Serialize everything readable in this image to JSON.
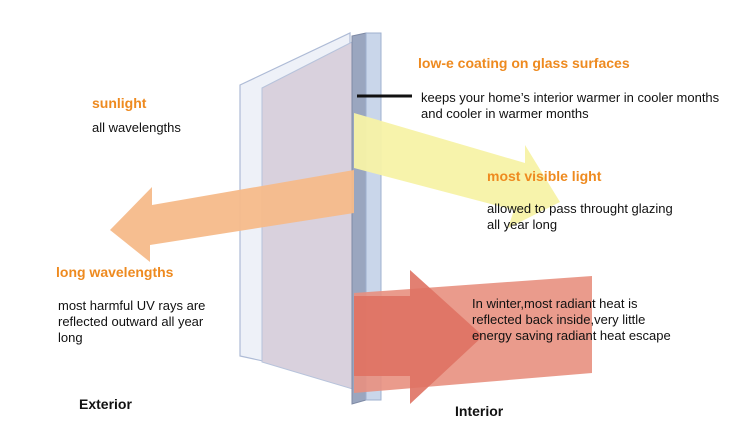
{
  "colors": {
    "orange_heading": "#ee8a1f",
    "sunlight_arrow": "#f5bb8a",
    "visible_light_arrow": "#f7f2a6",
    "radiant_heat_arrow": "#e07a6a",
    "glass_edge": "#b7c3db",
    "glass_face": "#d8d0dc"
  },
  "labels": {
    "sunlight_title": "sunlight",
    "sunlight_desc": "all wavelengths",
    "low_e_title": "low-e coating on glass surfaces",
    "low_e_desc": "keeps your home’s interior warmer in cooler months and cooler in warmer months",
    "visible_title": "most visible light",
    "visible_desc": "allowed to pass throught glazing all year long",
    "long_title": "long wavelengths",
    "long_desc": "most harmful UV rays are reflected outward all year long",
    "heat_desc": "In winter,most radiant heat is reflected back inside,very little energy saving radiant heat escape",
    "exterior": "Exterior",
    "interior": "Interior"
  }
}
